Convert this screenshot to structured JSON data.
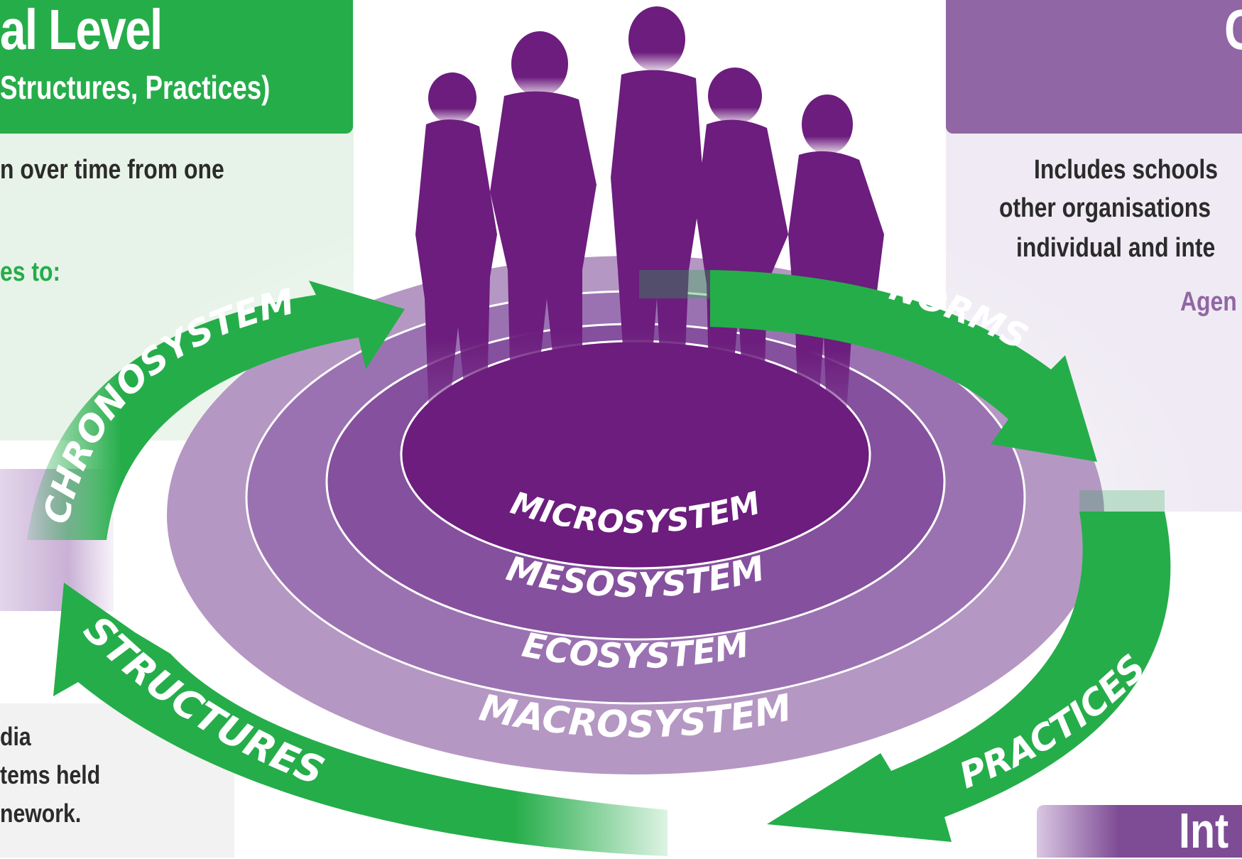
{
  "left_panel": {
    "title": "al Level",
    "subtitle": "Structures, Practices)",
    "line1": "n over time from one",
    "green_line": "es to:",
    "bottom_lines": [
      "dia",
      "tems held",
      "nework."
    ]
  },
  "right_panel": {
    "title": "C",
    "lines": [
      "Includes schools",
      "other organisations",
      "individual and inte"
    ],
    "purple_line": "Agen"
  },
  "bottom_right_tab": {
    "title": "Int"
  },
  "rings": {
    "microsystem": "MICROSYSTEM",
    "mesosystem": "MESOSYSTEM",
    "ecosystem": "ECOSYSTEM",
    "macrosystem": "MACROSYSTEM"
  },
  "arrows": {
    "chronosystem": "CHRONOSYSTEM",
    "norms": "NORMS",
    "practices": "PRACTICES",
    "structures": "STRUCTURES"
  },
  "colors": {
    "green": "#25ad4a",
    "purple_dark": "#6c1d7d",
    "purple_mid": "#8a5b9f",
    "purple_light": "#b597c3",
    "purple_header": "#9166a4"
  }
}
